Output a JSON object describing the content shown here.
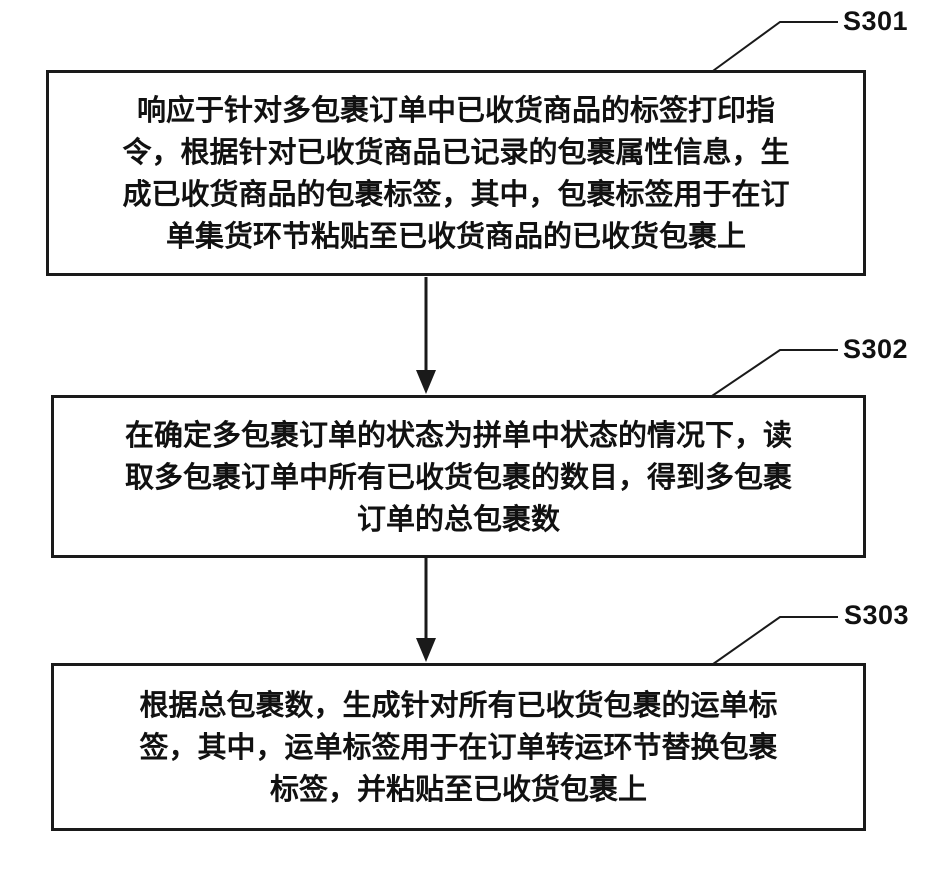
{
  "steps": [
    {
      "id": "S301",
      "lines": [
        "响应于针对多包裹订单中已收货商品的标签打印指",
        "令，根据针对已收货商品已记录的包裹属性信息，生",
        "成已收货商品的包裹标签，其中，包裹标签用于在订",
        "单集货环节粘贴至已收货商品的已收货包裹上"
      ]
    },
    {
      "id": "S302",
      "lines": [
        "在确定多包裹订单的状态为拼单中状态的情况下，读",
        "取多包裹订单中所有已收货包裹的数目，得到多包裹",
        "订单的总包裹数"
      ]
    },
    {
      "id": "S303",
      "lines": [
        "根据总包裹数，生成针对所有已收货包裹的运单标",
        "签，其中，运单标签用于在订单转运环节替换包裹",
        "标签，并粘贴至已收货包裹上"
      ]
    }
  ],
  "colors": {
    "stroke": "#1a1a1a",
    "text": "#111111",
    "background": "#ffffff"
  }
}
